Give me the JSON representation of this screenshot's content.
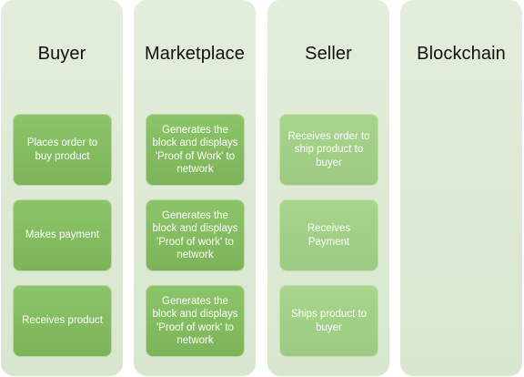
{
  "lanes": {
    "buyer": {
      "title": "Buyer",
      "steps": [
        "Places order to buy product",
        "Makes payment",
        "Receives product"
      ]
    },
    "marketplace": {
      "title": "Marketplace",
      "steps": [
        "Generates the block and displays 'Proof of Work' to network",
        "Generates the block and displays 'Proof of work' to network",
        "Generates the block and displays 'Proof of work' to network"
      ]
    },
    "seller": {
      "title": "Seller",
      "steps": [
        "Receives order to ship product to buyer",
        "Receives Payment",
        "Ships product to buyer"
      ]
    },
    "blockchain": {
      "title": "Blockchain"
    }
  },
  "colors": {
    "lane_background": "#dde9d5",
    "card_green": "#86be64",
    "card_green_light": "#a3d087",
    "card_text": "#ffffff"
  }
}
